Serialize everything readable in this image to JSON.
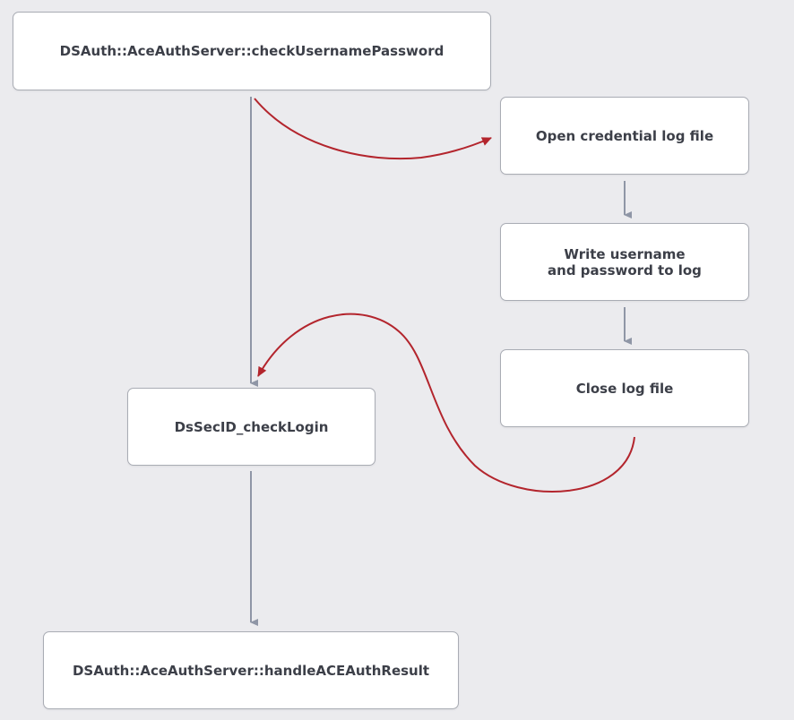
{
  "nodes": {
    "check_username_password": "DSAuth::AceAuthServer::checkUsernamePassword",
    "open_log": "Open credential log file",
    "write_log": "Write username\nand password to log",
    "close_log": "Close log file",
    "check_login": "DsSecID_checkLogin",
    "handle_result": "DSAuth::AceAuthServer::handleACEAuthResult"
  },
  "colors": {
    "background": "#ebebee",
    "box_border": "#a9acb4",
    "box_text": "#3c3f48",
    "flow_arrow": "#8f96a6",
    "hook_arrow": "#b3252d"
  }
}
